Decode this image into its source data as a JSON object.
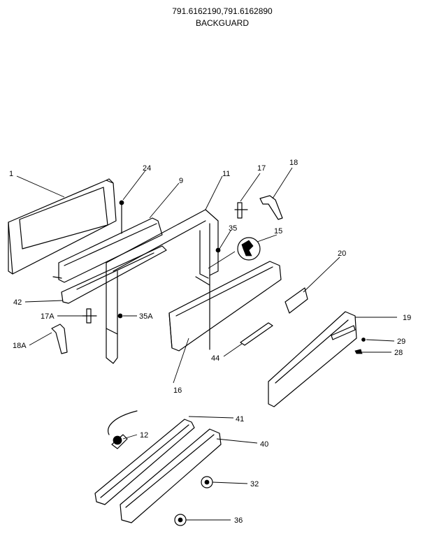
{
  "header": {
    "models": "791.6162190,791.6162890",
    "section": "BACKGUARD"
  },
  "callouts": {
    "c1": "1",
    "c24": "24",
    "c9": "9",
    "c11": "11",
    "c17": "17",
    "c18": "18",
    "c35": "35",
    "c15": "15",
    "c20": "20",
    "c42": "42",
    "c17a": "17A",
    "c35a": "35A",
    "c19": "19",
    "c29": "29",
    "c28": "28",
    "c18a": "18A",
    "c44": "44",
    "c16": "16",
    "c41": "41",
    "c12": "12",
    "c40": "40",
    "c32": "32",
    "c36": "36"
  }
}
